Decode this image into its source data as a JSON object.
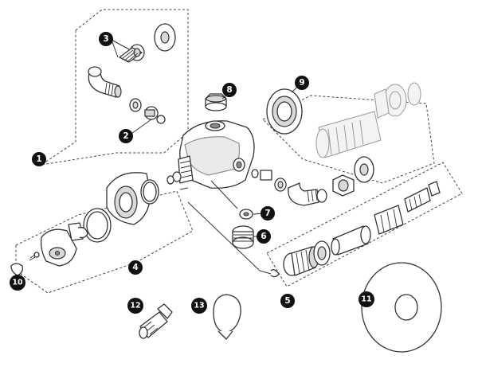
{
  "callouts": [
    {
      "id": "c1",
      "label": "1"
    },
    {
      "id": "c2",
      "label": "2"
    },
    {
      "id": "c3",
      "label": "3"
    },
    {
      "id": "c4",
      "label": "4"
    },
    {
      "id": "c5",
      "label": "5"
    },
    {
      "id": "c6",
      "label": "6"
    },
    {
      "id": "c7",
      "label": "7"
    },
    {
      "id": "c8",
      "label": "8"
    },
    {
      "id": "c9",
      "label": "9"
    },
    {
      "id": "c10",
      "label": "10"
    },
    {
      "id": "c11",
      "label": "11"
    },
    {
      "id": "c12",
      "label": "12"
    },
    {
      "id": "c13",
      "label": "13"
    }
  ],
  "colors": {
    "callout_fill": "#111111",
    "callout_text": "#ffffff",
    "line": "#333333",
    "shade": "#d9d9d9"
  }
}
